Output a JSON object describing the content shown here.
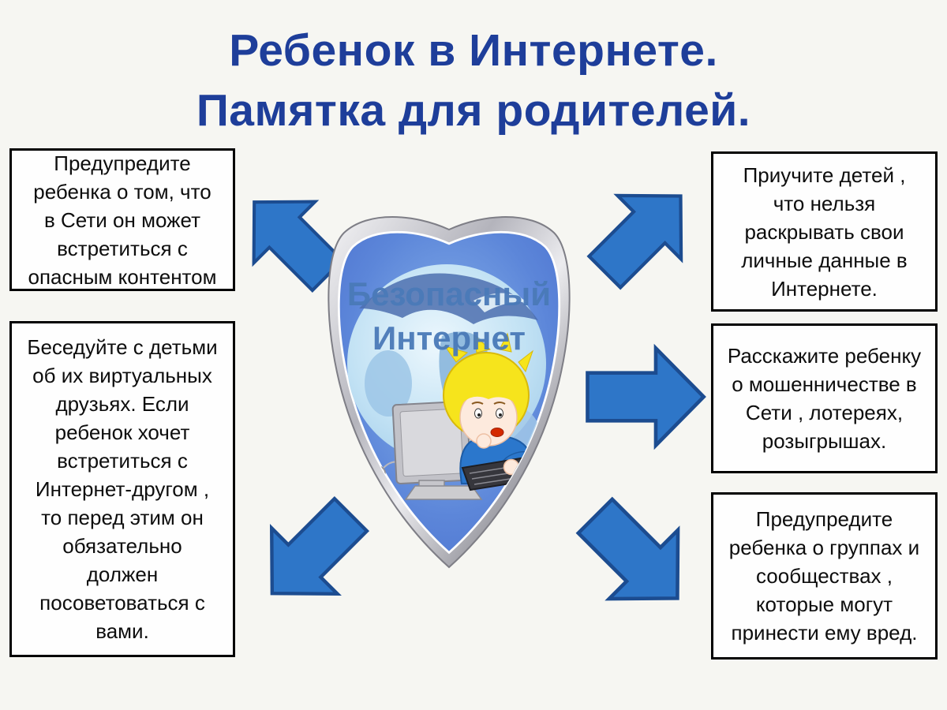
{
  "poster": {
    "title": "Ребенок в Интернете.\nПамятка для родителей.",
    "title_color": "#1e3e9a",
    "background_color": "#f6f6f2"
  },
  "shield": {
    "label_line1": "Безопасный",
    "label_line2": "Интернет",
    "depicts": "shield with globe and child at computer",
    "colors": {
      "rim_silver": "#c4c4ca",
      "field_blue": "#4a6fce",
      "globe_blue": "#b9dcf2",
      "label_blue": "#4a7ab8",
      "hair_yellow": "#f6e41c",
      "sweater_blue": "#2b77cc"
    }
  },
  "arrows": {
    "fill_color": "#2e76c8",
    "border_color": "#1c4c90",
    "directions": [
      "up-left",
      "up-right",
      "right",
      "down-left",
      "down-right"
    ]
  },
  "boxes": [
    {
      "id": "warn-dangerous-content",
      "text": "Предупредите\nребенка о том, что\nв Сети он может\nвстретиться с\nопасным контентом"
    },
    {
      "id": "talk-about-virtual-friends",
      "text": "Беседуйте с детьми\nоб их виртуальных\nдрузьях. Если\nребенок хочет\nвстретиться с\nИнтернет-другом ,\nто перед этим он\nобязательно\nдолжен\nпосоветоваться с\nвами."
    },
    {
      "id": "teach-personal-data",
      "text": "Приучите детей ,\nчто нельзя\nраскрывать свои\nличные данные в\nИнтернете."
    },
    {
      "id": "tell-about-fraud",
      "text": "Расскажите ребенку\nо мошенничестве в\nСети , лотереях,\nрозыгрышах."
    },
    {
      "id": "warn-groups-communities",
      "text": "Предупредите\nребенка о группах и\nсообществах ,\nкоторые могут\nпринести ему вред."
    }
  ]
}
